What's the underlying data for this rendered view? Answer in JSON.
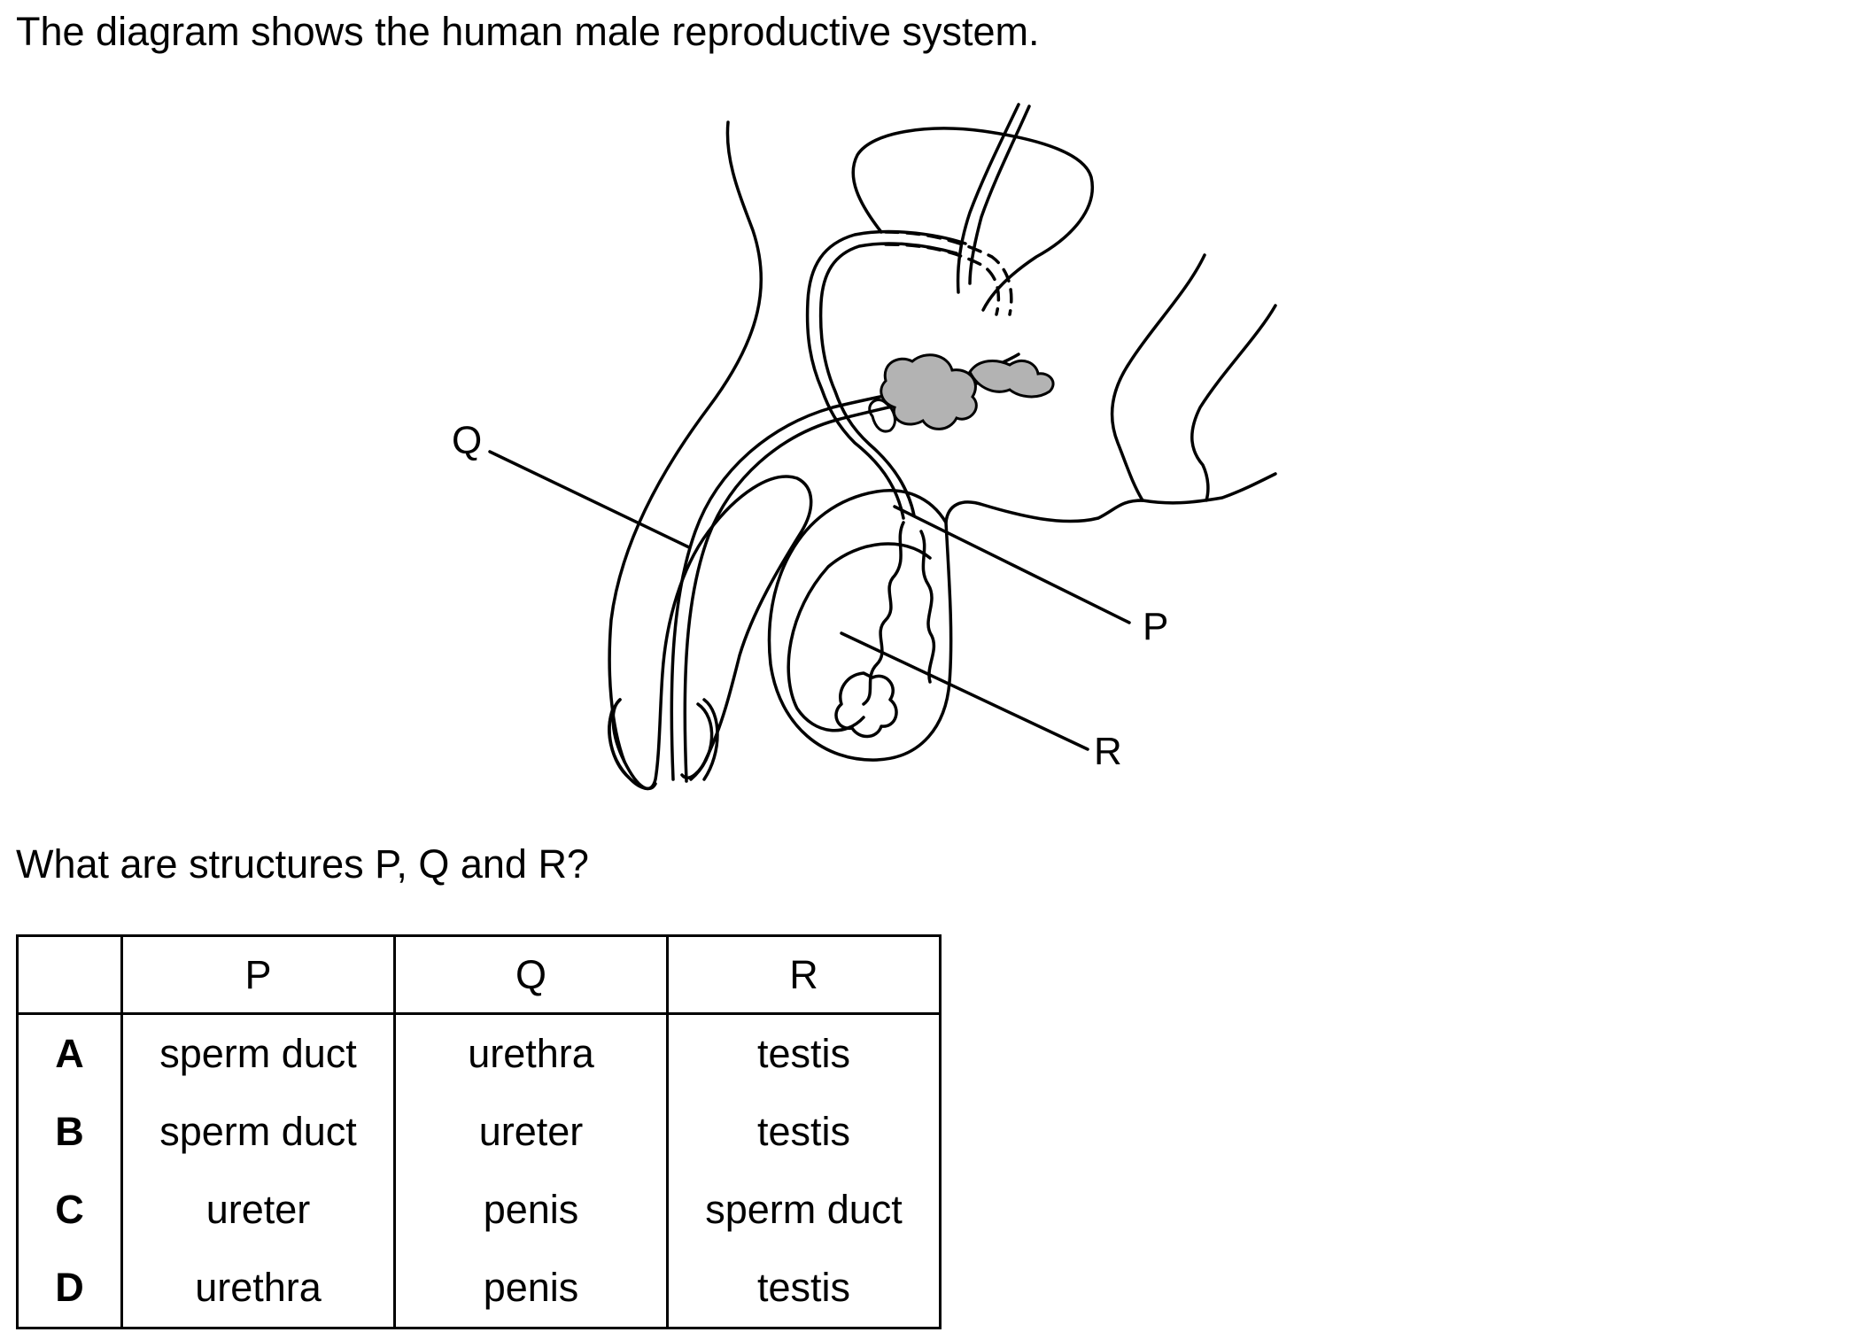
{
  "intro_text": "The diagram shows the human male reproductive system.",
  "diagram": {
    "labels": {
      "p": "P",
      "q": "Q",
      "r": "R"
    }
  },
  "question_text": "What are structures P, Q and R?",
  "table": {
    "headers": [
      "",
      "P",
      "Q",
      "R"
    ],
    "rows": [
      {
        "letter": "A",
        "p": "sperm duct",
        "q": "urethra",
        "r": "testis"
      },
      {
        "letter": "B",
        "p": "sperm duct",
        "q": "ureter",
        "r": "testis"
      },
      {
        "letter": "C",
        "p": "ureter",
        "q": "penis",
        "r": "sperm duct"
      },
      {
        "letter": "D",
        "p": "urethra",
        "q": "penis",
        "r": "testis"
      }
    ]
  }
}
